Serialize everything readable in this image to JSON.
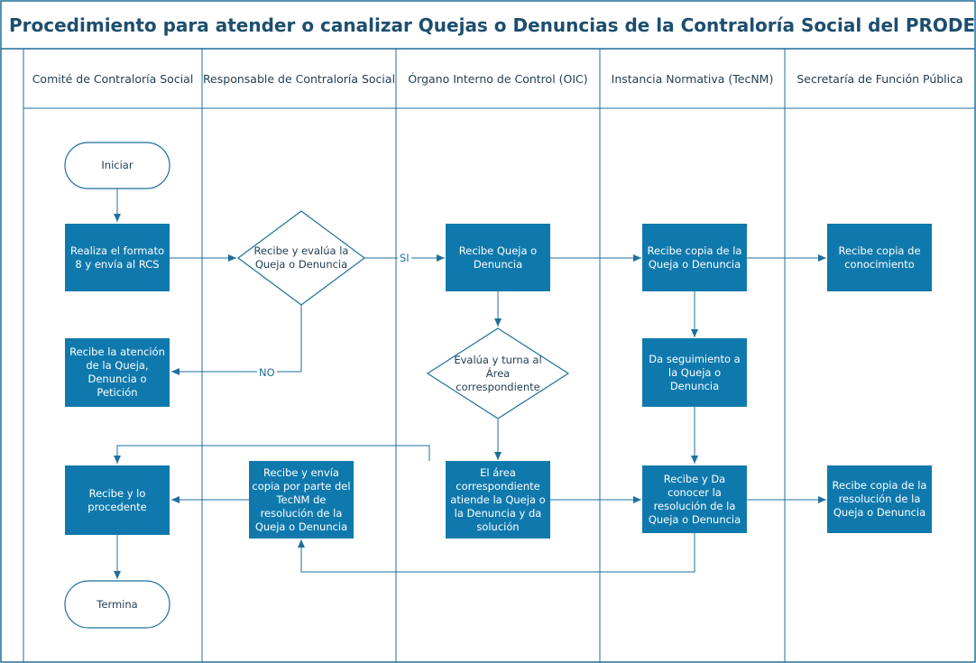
{
  "title": "Procedimiento para atender o canalizar Quejas o Denuncias de la Contraloría Social del PRODEP",
  "lanes": [
    "Comité de Contraloría Social",
    "Responsable de Contraloría Social",
    "Órgano Interno de Control (OIC)",
    "Instancia Normativa (TecNM)",
    "Secretaría de Función Pública"
  ],
  "nodes": {
    "start": "Iniciar",
    "formato": "Realiza el formato 8 y envía al RCS",
    "evalua_rcs": "Recibe y evalúa la Queja o Denuncia",
    "recibe_oic": "Recibe Queja o Denuncia",
    "copia_tecnm": "Recibe copia de la Queja o Denuncia",
    "copia_sfp": "Recibe copia de conocimiento",
    "atencion_ccs": "Recibe la atención de la Queja, Denuncia o Petición",
    "evalua_oic": "Evalúa y turna al Área correspondiente",
    "seguimiento": "Da seguimiento a la Queja o Denuncia",
    "procedente": "Recibe y lo procedente",
    "envia_copia_rcs": "Recibe y envía copia por parte del TecNM de resolución de la Queja o Denuncia",
    "area_atiende": "El área correspondiente atiende la Queja o la Denuncia y da solución",
    "conocer": "Recibe y Da conocer la resolución de la Queja o Denuncia",
    "resolucion_sfp": "Recibe copia de la resolución de la Queja o Denuncia",
    "end": "Termina"
  },
  "edge_labels": {
    "yes": "SI",
    "no": "NO"
  },
  "colors": {
    "box_fill": "#0f79ad",
    "line": "#1f6f9c",
    "title": "#1d4e6e"
  }
}
